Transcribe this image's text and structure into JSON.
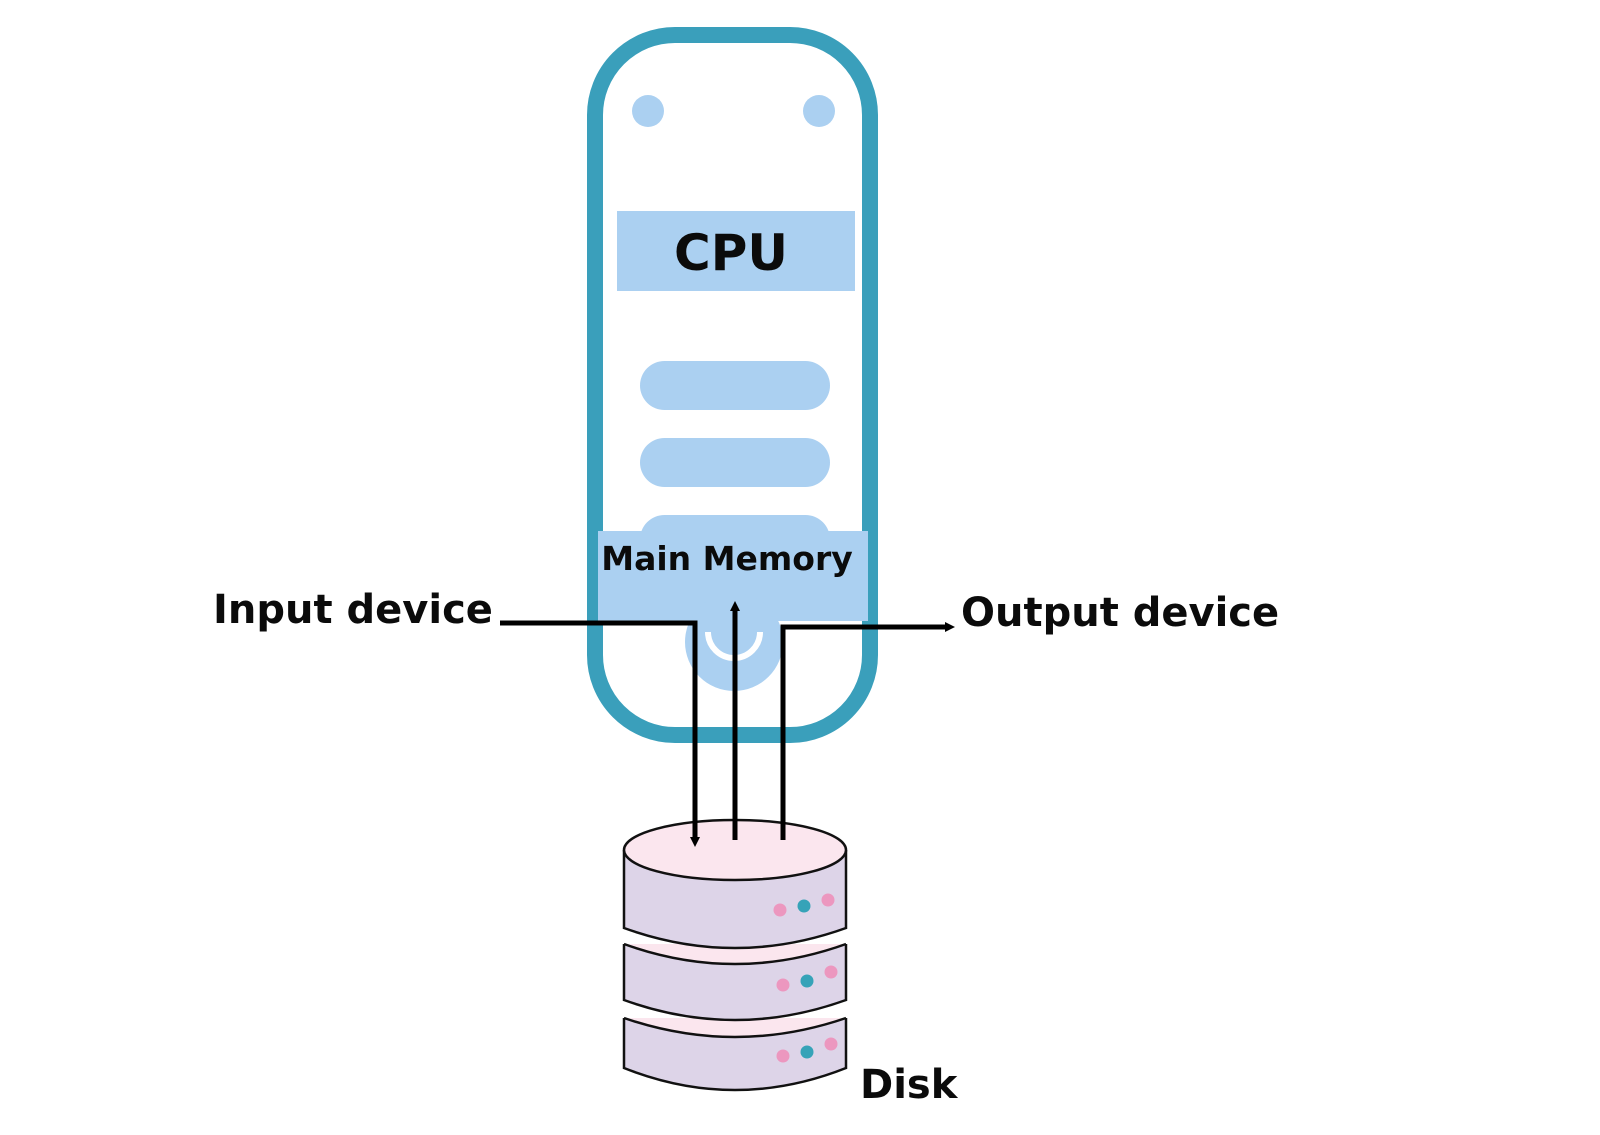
{
  "labels": {
    "cpu": "CPU",
    "main_memory": "Main Memory",
    "input_device": "Input device",
    "output_device": "Output device",
    "disk": "Disk"
  },
  "colors": {
    "case_outline": "#3a9fbb",
    "light_blue": "#abd0f1",
    "disk_body": "#ddd4e8",
    "disk_top": "#fbe6ee",
    "led_pink": "#ec97bf",
    "led_teal": "#36a3b8",
    "arrow": "#000000"
  },
  "icons": [
    "computer-case-icon",
    "disk-stack-icon"
  ]
}
